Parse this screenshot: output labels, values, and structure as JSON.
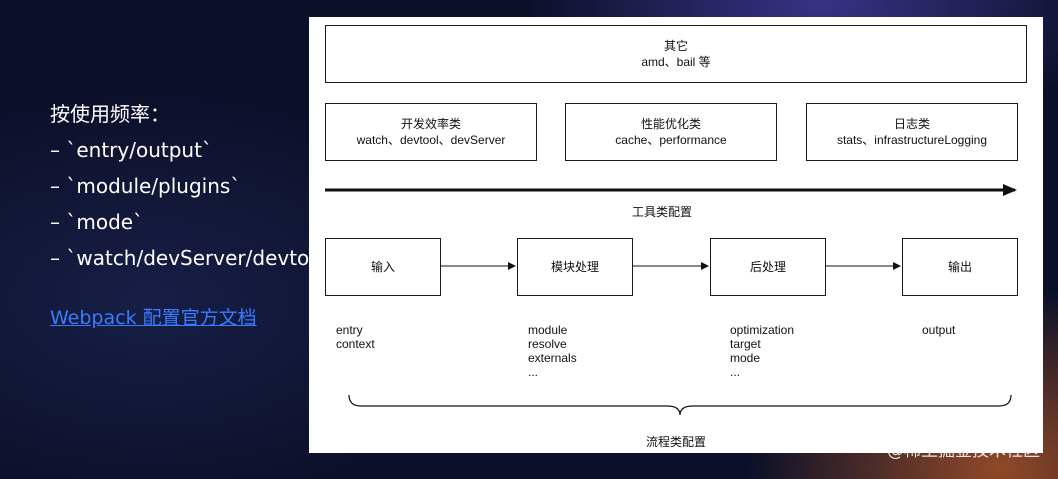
{
  "left_panel": {
    "heading": "按使用频率：",
    "items": [
      "– `entry/output`",
      "– `module/plugins`",
      "– `mode`",
      "– `watch/devServer/devtool`"
    ],
    "link": "Webpack 配置官方文档"
  },
  "diagram": {
    "other_box": {
      "title": "其它",
      "subtitle": "amd、bail 等"
    },
    "tool_boxes": [
      {
        "title": "开发效率类",
        "subtitle": "watch、devtool、devServer"
      },
      {
        "title": "性能优化类",
        "subtitle": "cache、performance"
      },
      {
        "title": "日志类",
        "subtitle": "stats、infrastructureLogging"
      }
    ],
    "tool_category_label": "工具类配置",
    "flow_boxes": [
      "输入",
      "模块处理",
      "后处理",
      "输出"
    ],
    "flow_lists": [
      [
        "entry",
        "context"
      ],
      [
        "module",
        "resolve",
        "externals",
        "..."
      ],
      [
        "optimization",
        "target",
        "mode",
        "..."
      ],
      [
        "output"
      ]
    ],
    "flow_category_label": "流程类配置"
  },
  "watermark": "@稀土掘金技术社区"
}
